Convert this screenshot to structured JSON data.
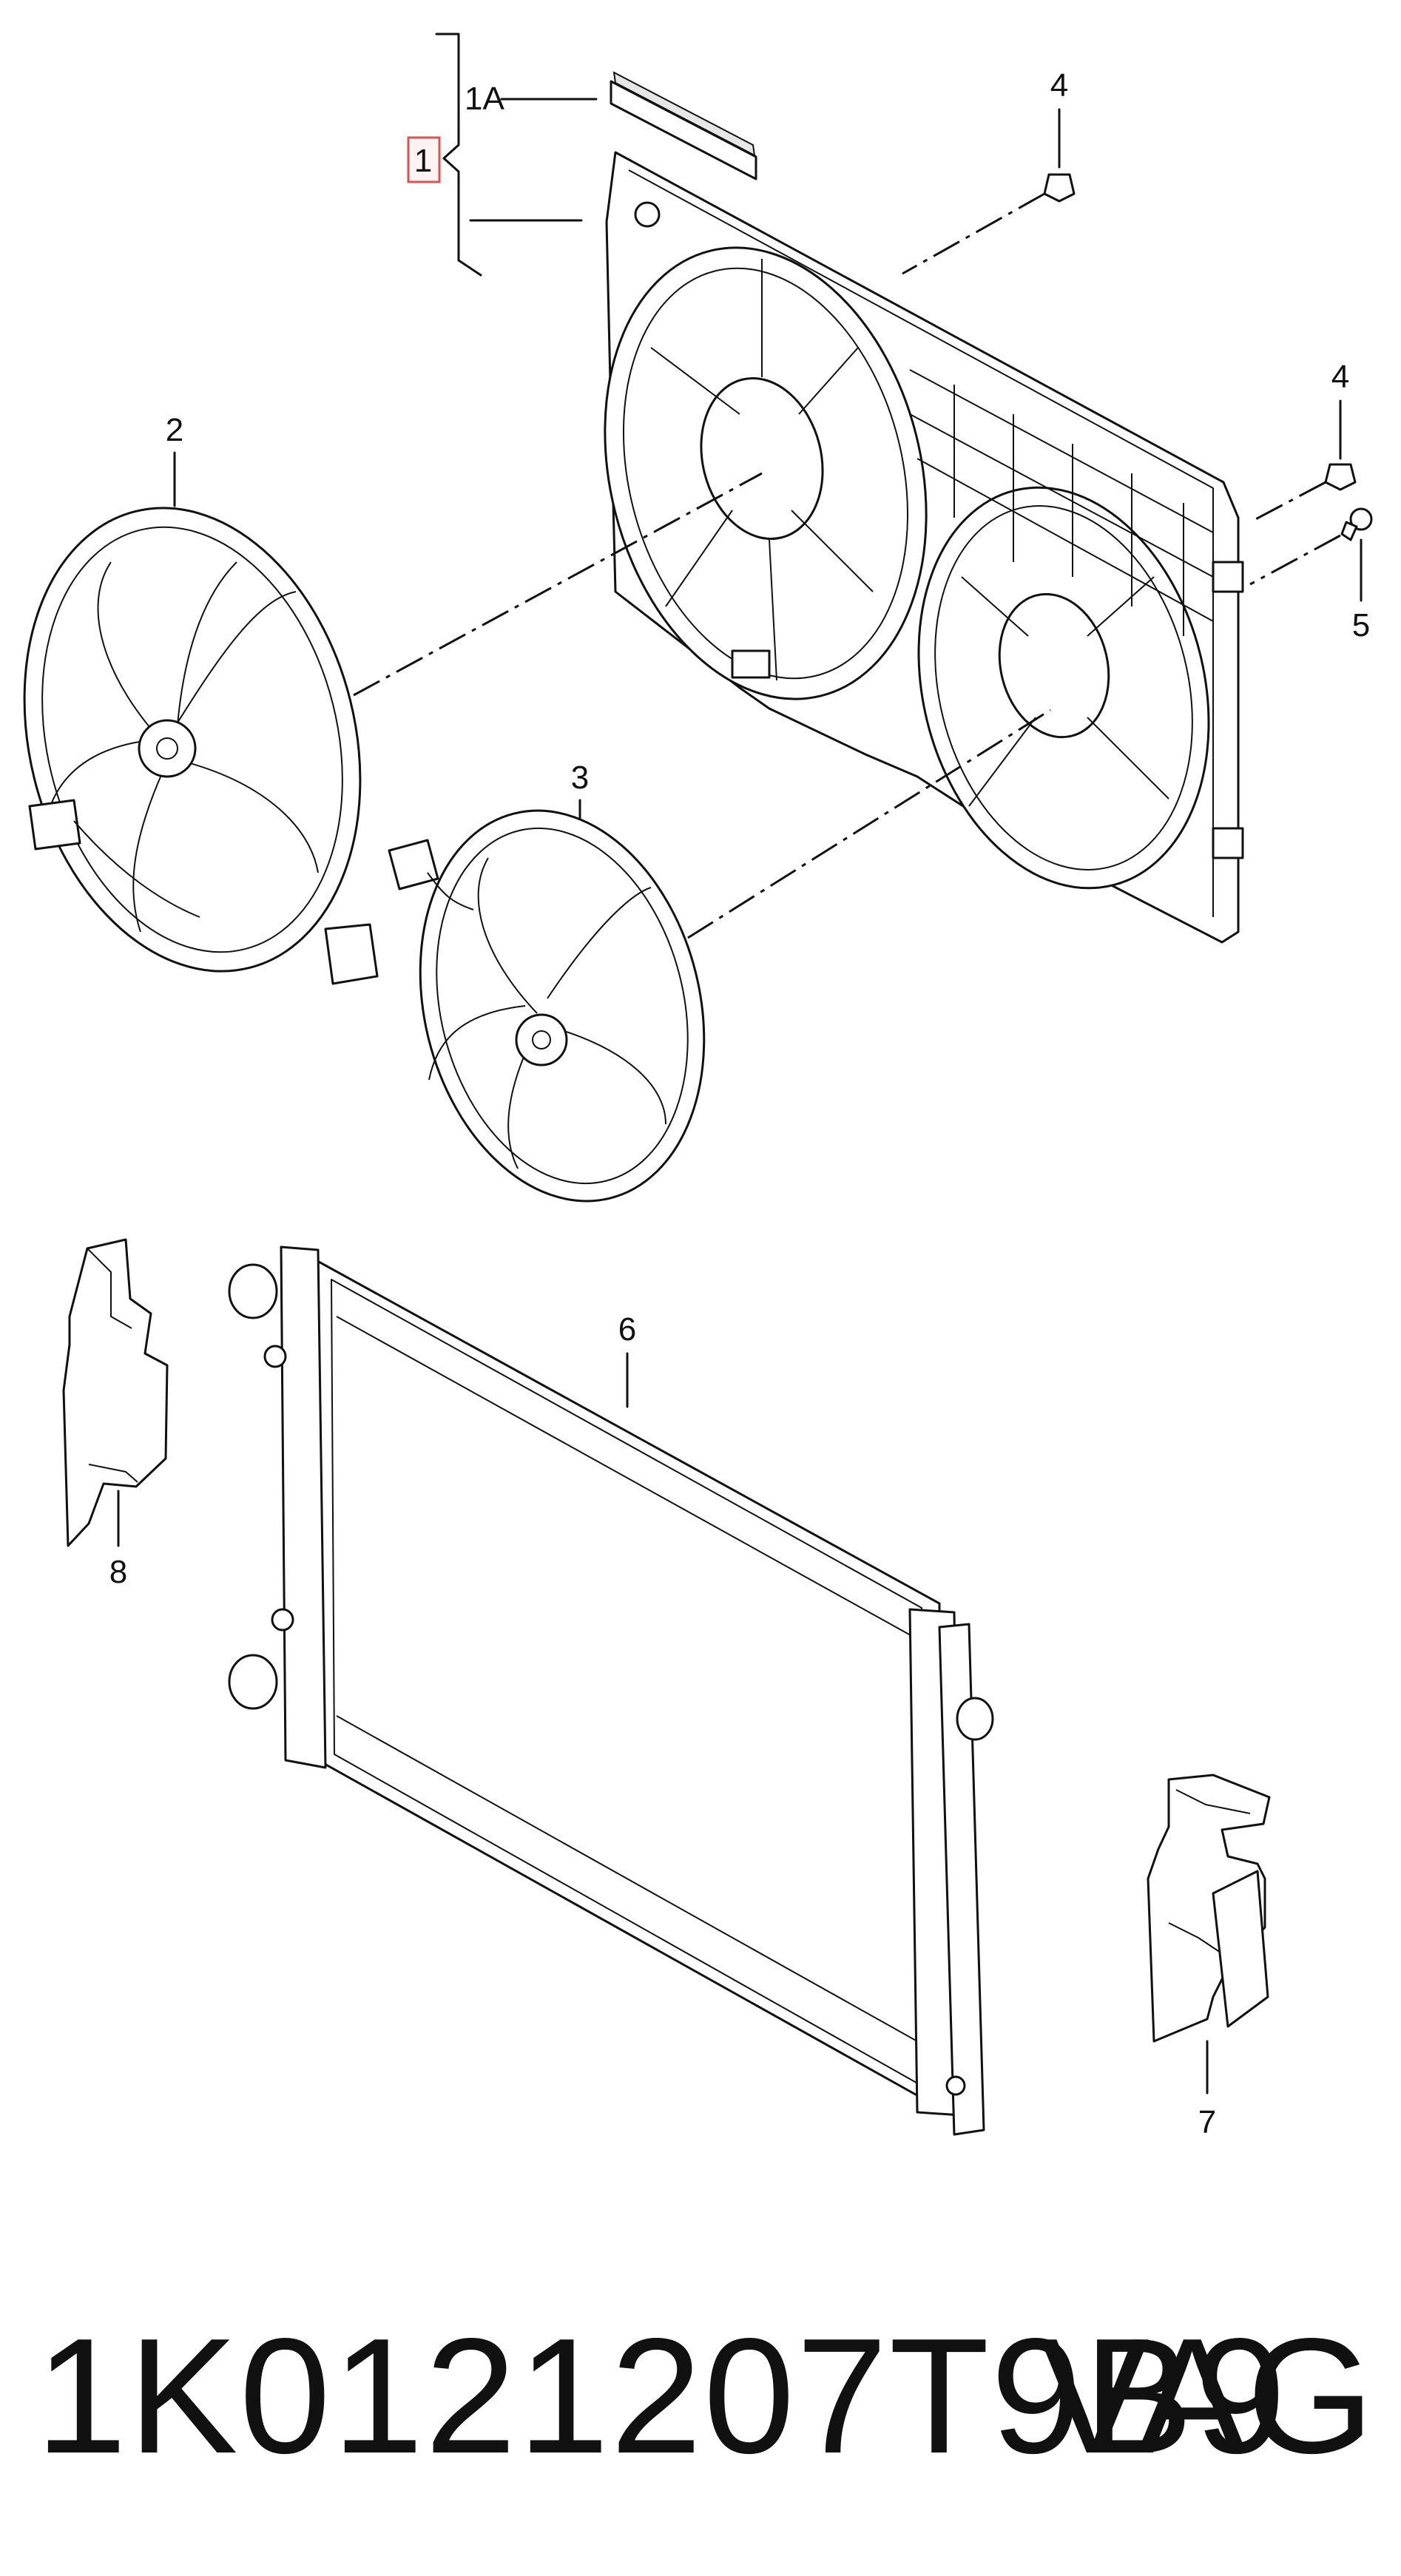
{
  "diagram": {
    "callouts": [
      {
        "id": "1A",
        "text": "1A"
      },
      {
        "id": "1",
        "text": "1",
        "highlighted": true
      },
      {
        "id": "2",
        "text": "2"
      },
      {
        "id": "3",
        "text": "3"
      },
      {
        "id": "4a",
        "text": "4"
      },
      {
        "id": "4b",
        "text": "4"
      },
      {
        "id": "5",
        "text": "5"
      },
      {
        "id": "6",
        "text": "6"
      },
      {
        "id": "7",
        "text": "7"
      },
      {
        "id": "8",
        "text": "8"
      }
    ],
    "highlight_color": "#d9534f",
    "line_color": "#111111"
  },
  "footer": {
    "part_number": "1K0121207T9B9",
    "brand": "VAG"
  }
}
